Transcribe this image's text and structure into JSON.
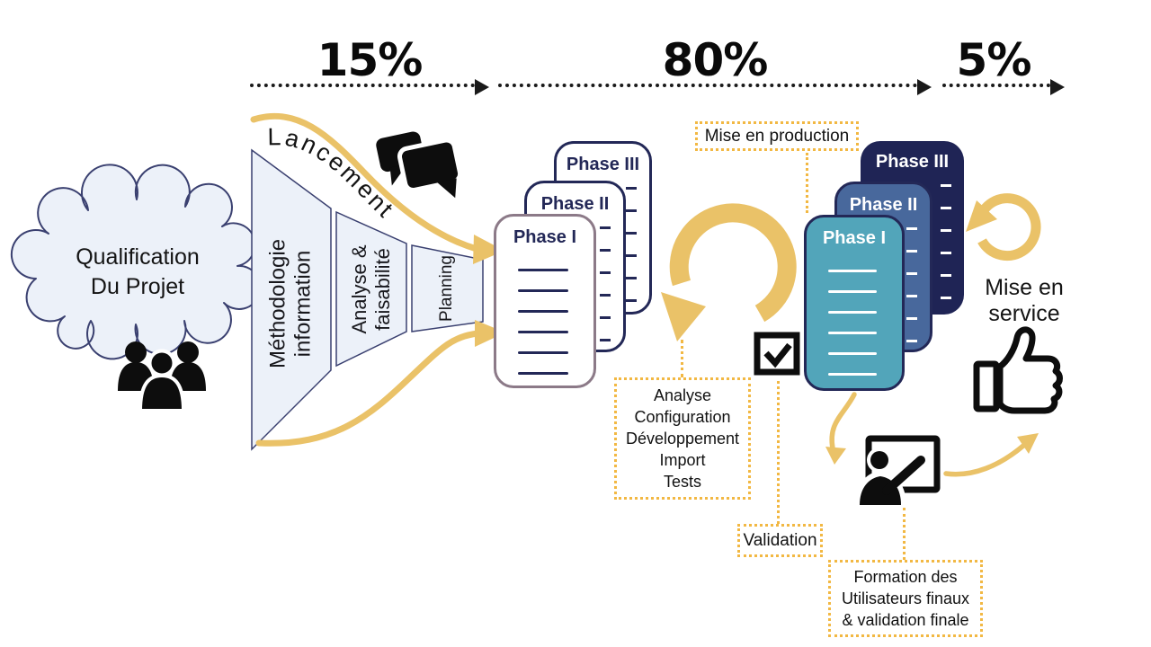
{
  "title_flow": {
    "segments": [
      {
        "label": "15%"
      },
      {
        "label": "80%"
      },
      {
        "label": "5%"
      }
    ]
  },
  "cloud": {
    "line1": "Qualification",
    "line2": "Du Projet"
  },
  "funnel": {
    "flow_label": "Lancement",
    "stage1_line1": "Méthodologie",
    "stage1_line2": "information",
    "stage2_line1": "Analyse &",
    "stage2_line2": "faisabilité",
    "stage3": "Planning"
  },
  "spec_documents": {
    "phase1": "Phase I",
    "phase2": "Phase II",
    "phase3": "Phase III"
  },
  "build_documents": {
    "phase1": "Phase I",
    "phase2": "Phase II",
    "phase3": "Phase III"
  },
  "callouts": {
    "production": "Mise en production",
    "build_steps": [
      "Analyse",
      "Configuration",
      "Développement",
      "Import",
      "Tests"
    ],
    "validation": "Validation",
    "training_line1": "Formation des",
    "training_line2": "Utilisateurs finaux",
    "training_line3": "& validation finale",
    "service_line1": "Mise en",
    "service_line2": "service"
  },
  "icons": {
    "team": "users-group-icon",
    "discussion": "speech-bubbles-icon",
    "iteration": "rotate-ccw-arrow-icon",
    "approval": "checkbox-checked-icon",
    "golive": "rotate-arrow-icon",
    "training": "presenter-whiteboard-icon",
    "success": "thumbs-up-icon"
  },
  "colors": {
    "gold": "#EAC268",
    "dotted_gold": "#F2B843",
    "navy": "#232857",
    "dark_navy": "#1F2455",
    "steel_blue": "#48689C",
    "teal": "#52A5BA",
    "mauve_border": "#8C7A88",
    "panel_fill": "#ECF1F9",
    "ink": "#111111"
  }
}
